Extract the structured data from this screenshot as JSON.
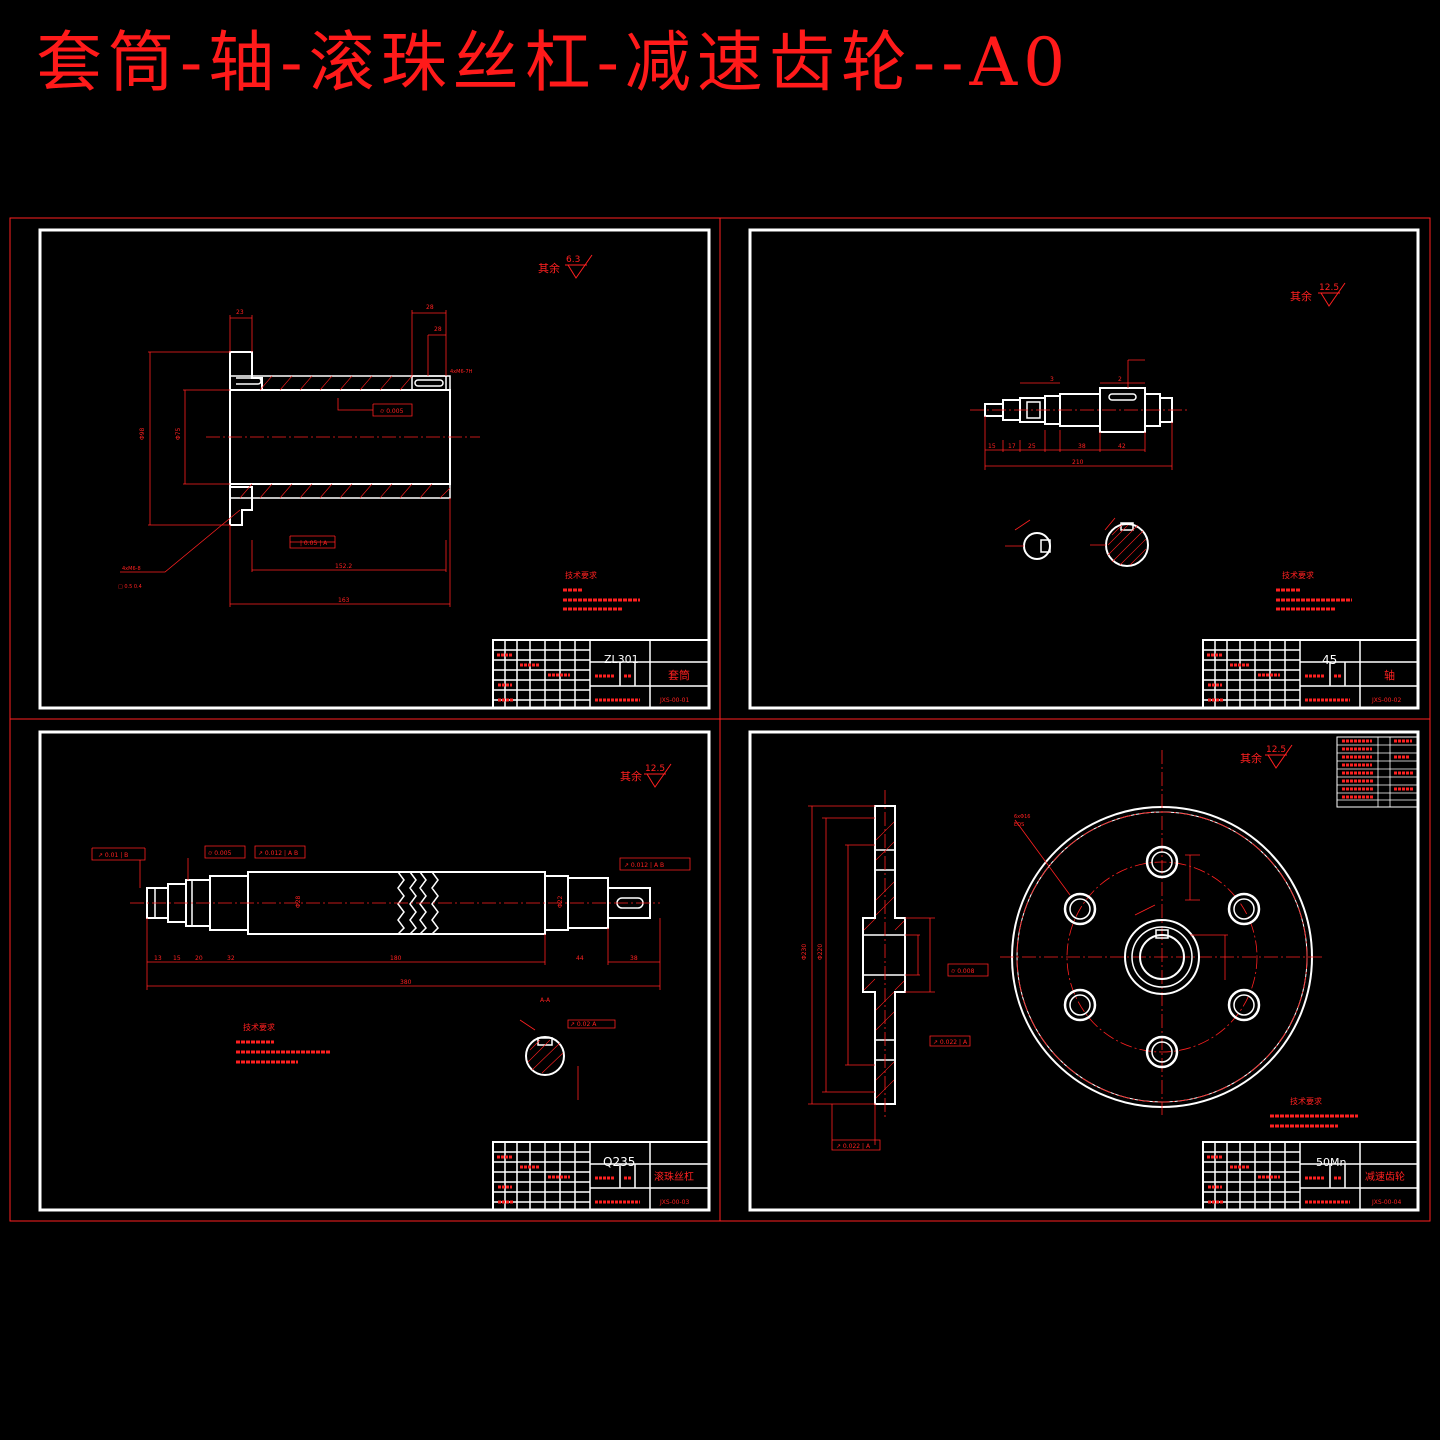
{
  "title": "套筒-轴-滚珠丝杠-减速齿轮--A0",
  "colors": {
    "background": "#000000",
    "accent": "#ff2020",
    "frame": "#ffffff"
  },
  "sheets": [
    {
      "material": "ZL301",
      "part_name": "套筒",
      "drawing_no": "JXS-00-01",
      "roughness_label": "其余",
      "roughness_value": "6.3",
      "notes_title": "技术要求"
    },
    {
      "material": "45",
      "part_name": "轴",
      "drawing_no": "JXS-00-02",
      "roughness_label": "其余",
      "roughness_value": "12.5",
      "notes_title": "技术要求"
    },
    {
      "material": "Q235",
      "part_name": "滚珠丝杠",
      "drawing_no": "JXS-00-03",
      "roughness_label": "其余",
      "roughness_value": "12.5",
      "notes_title": "技术要求"
    },
    {
      "material": "50Mn",
      "part_name": "减速齿轮",
      "drawing_no": "JXS-00-04",
      "roughness_label": "其余",
      "roughness_value": "12.5",
      "notes_title": "技术要求"
    }
  ]
}
